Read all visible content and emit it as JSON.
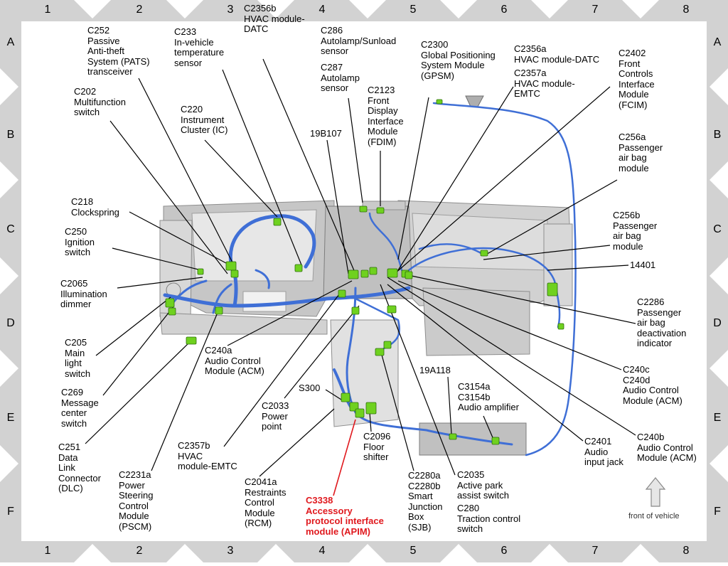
{
  "grid": {
    "columns": [
      "1",
      "2",
      "3",
      "4",
      "5",
      "6",
      "7",
      "8"
    ],
    "rows": [
      "A",
      "B",
      "C",
      "D",
      "E",
      "F"
    ]
  },
  "labels": [
    {
      "id": "c252",
      "text": "C252\nPassive\nAnti-theft\nSystem (PATS)\ntransceiver"
    },
    {
      "id": "c233",
      "text": "C233\nIn-vehicle\ntemperature\nsensor"
    },
    {
      "id": "c2356b",
      "text": "C2356b\nHVAC module-\nDATC"
    },
    {
      "id": "c286",
      "text": "C286\nAutolamp/Sunload\nsensor"
    },
    {
      "id": "c287",
      "text": "C287\nAutolamp\nsensor"
    },
    {
      "id": "c2300",
      "text": "C2300\nGlobal Positioning\nSystem Module\n(GPSM)"
    },
    {
      "id": "c2356a",
      "text": "C2356a\nHVAC module-DATC"
    },
    {
      "id": "c2357a",
      "text": "C2357a\nHVAC module-\nEMTC"
    },
    {
      "id": "c2402",
      "text": "C2402\nFront\nControls\nInterface\nModule\n(FCIM)"
    },
    {
      "id": "c202",
      "text": "C202\nMultifunction\nswitch"
    },
    {
      "id": "c220",
      "text": "C220\nInstrument\nCluster (IC)"
    },
    {
      "id": "c2123",
      "text": "C2123\nFront\nDisplay\nInterface\nModule\n(FDIM)"
    },
    {
      "id": "19b107",
      "text": "19B107"
    },
    {
      "id": "c256a",
      "text": "C256a\nPassenger\nair bag\nmodule"
    },
    {
      "id": "c218",
      "text": "C218\nClockspring"
    },
    {
      "id": "c256b",
      "text": "C256b\nPassenger\nair bag\nmodule"
    },
    {
      "id": "c250",
      "text": "C250\nIgnition\nswitch"
    },
    {
      "id": "14401",
      "text": "14401"
    },
    {
      "id": "c2065",
      "text": "C2065\nIllumination\ndimmer"
    },
    {
      "id": "c2286",
      "text": "C2286\nPassenger\nair bag\ndeactivation\nindicator"
    },
    {
      "id": "c205",
      "text": "C205\nMain\nlight\nswitch"
    },
    {
      "id": "c240a",
      "text": "C240a\nAudio Control\nModule (ACM)"
    },
    {
      "id": "c240cd",
      "text": "C240c\nC240d\nAudio Control\nModule (ACM)"
    },
    {
      "id": "19a118",
      "text": "19A118"
    },
    {
      "id": "c269",
      "text": "C269\nMessage\ncenter\nswitch"
    },
    {
      "id": "s300",
      "text": "S300"
    },
    {
      "id": "c3154",
      "text": "C3154a\nC3154b\nAudio amplifier"
    },
    {
      "id": "c2033",
      "text": "C2033\nPower\npoint"
    },
    {
      "id": "c251",
      "text": "C251\nData\nLink\nConnector\n(DLC)"
    },
    {
      "id": "c2096",
      "text": "C2096\nFloor\nshifter"
    },
    {
      "id": "c2401",
      "text": "C2401\nAudio\ninput jack"
    },
    {
      "id": "c240b",
      "text": "C240b\nAudio Control\nModule (ACM)"
    },
    {
      "id": "c2357b",
      "text": "C2357b\nHVAC\nmodule-EMTC"
    },
    {
      "id": "c2231a",
      "text": "C2231a\nPower\nSteering\nControl\nModule\n(PSCM)"
    },
    {
      "id": "c2041a",
      "text": "C2041a\nRestraints\nControl\nModule\n(RCM)"
    },
    {
      "id": "c2280",
      "text": "C2280a\nC2280b\nSmart\nJunction\nBox\n(SJB)"
    },
    {
      "id": "c2035",
      "text": "C2035\nActive park\nassist switch"
    },
    {
      "id": "c280",
      "text": "C280\nTraction control\nswitch"
    },
    {
      "id": "c3338",
      "text": "C3338\nAccessory\nprotocol interface\nmodule (APIM)"
    }
  ],
  "front_label": "front of vehicle",
  "colors": {
    "wire": "#3f6fd6",
    "connector": "#6fd11f",
    "highlight": "#e0191e",
    "frame": "#d2d2d2",
    "dash": "#b8b8b8"
  }
}
